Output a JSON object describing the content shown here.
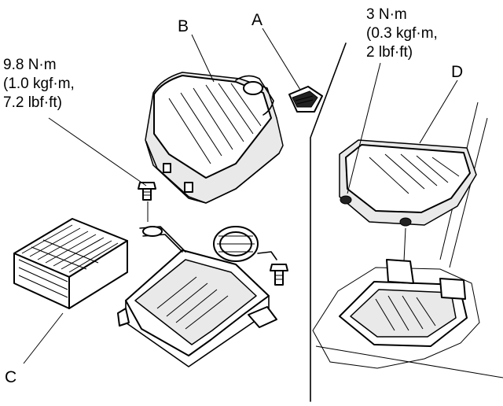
{
  "callouts": {
    "A": "A",
    "B": "B",
    "C": "C",
    "D": "D"
  },
  "torque_left": {
    "line1": "9.8 N·m",
    "line2": "(1.0 kgf·m,",
    "line3": "7.2 lbf·ft)"
  },
  "torque_right": {
    "line1": "3 N·m",
    "line2": "(0.3 kgf·m,",
    "line3": "2 lbf·ft)"
  }
}
